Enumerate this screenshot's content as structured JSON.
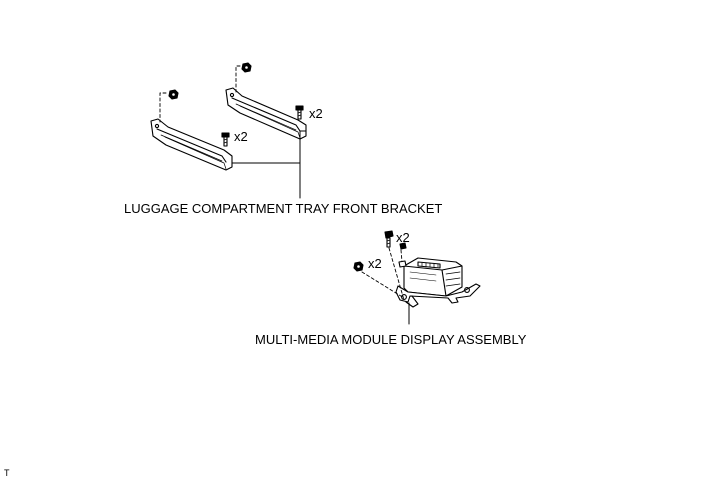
{
  "labels": {
    "bracket": "LUGGAGE COMPARTMENT TRAY FRONT BRACKET",
    "module": "MULTI-MEDIA MODULE DISPLAY ASSEMBLY"
  },
  "quantities": {
    "bracket_bolt_right": "x2",
    "bracket_bolt_left": "x2",
    "module_bolt": "x2",
    "module_nut": "x2"
  },
  "corner_mark": "T"
}
